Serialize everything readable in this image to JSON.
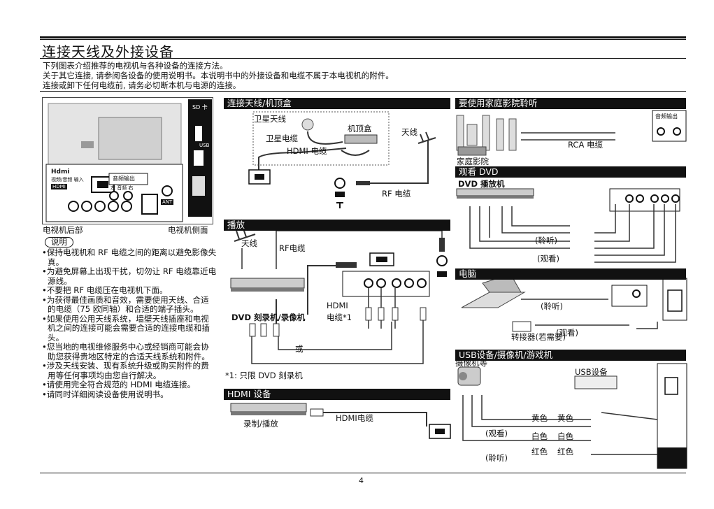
{
  "page": {
    "title": "连接天线及外接设备",
    "number": "4"
  },
  "intro": [
    "下列图表介绍推荐的电视机与各种设备的连接方法。",
    "关于其它连接, 请参阅各设备的使用说明书。本说明书中的外接设备和电缆不属于本电视机的附件。",
    "连接或卸下任何电缆前, 请务必切断本机与电源的连接。"
  ],
  "tv_panel": {
    "hdmi_logo": "Hdmi",
    "hdmi_sub": "视频/音频 输入",
    "hdmi_tag": "HDMI",
    "audio_out": "音频输出",
    "left_right": "左  音频  右",
    "ant": "ANT",
    "sd_card": "SD 卡",
    "usb": "USB",
    "rear_label": "电视机后部",
    "side_label": "电视机侧面"
  },
  "notes": {
    "heading": "说明",
    "items": [
      "•保持电视机和 RF 电缆之间的距离以避免影像失真。",
      "•为避免屏幕上出现干扰，切勿让 RF 电缆靠近电源线。",
      "•不要把 RF 电缆压在电视机下面。",
      "•为获得最佳画质和音效，需要使用天线、合适的电缆（75 欧同轴）和合适的端子插头。",
      "•如果使用公用天线系统，墙壁天线插座和电视机之间的连接可能会需要合适的连接电缆和插头。",
      "•您当地的电视维修服务中心或经销商可能会协助您获得贵地区特定的合适天线系统和附件。",
      "•涉及天线安装、现有系统升级或购买附件的费用等任何事项均由您自行解决。",
      "•请使用完全符合规范的 HDMI 电缆连接。",
      "•请同时详细阅读设备使用说明书。"
    ]
  },
  "sections": {
    "antenna_stb": {
      "title": "连接天线/机顶盒",
      "satellite_antenna": "卫星天线",
      "satellite_cable": "卫星电缆",
      "stb": "机顶盒",
      "antenna": "天线",
      "hdmi_cable": "HDMI 电缆",
      "rf_cable": "RF 电缆"
    },
    "playback": {
      "title": "播放",
      "antenna": "天线",
      "rf_cable": "RF电缆",
      "dvd_recorder": "DVD 刻录机/录像机",
      "hdmi_cable": "HDMI",
      "hdmi_cable2": "电缆*1",
      "or": "或",
      "footnote": "*1: 只限 DVD 刻录机"
    },
    "hdmi_device": {
      "title": "HDMI 设备",
      "record_play": "录制/播放",
      "hdmi_cable": "HDMI电缆"
    },
    "home_theater": {
      "title": "要使用家庭影院聆听",
      "audio_out": "音频输出",
      "rca_cable": "RCA 电缆",
      "home_theater": "家庭影院"
    },
    "dvd": {
      "title": "观看 DVD",
      "dvd_player": "DVD 播放机",
      "listen": "(聆听)",
      "watch": "(观看)"
    },
    "pc": {
      "title": "电脑",
      "listen": "(聆听)",
      "watch": "(观看)",
      "converter": "转接器(若需要)"
    },
    "usb": {
      "title": "USB设备/摄像机/游戏机",
      "camcorder": "摄像机等",
      "usb_device": "USB设备",
      "yellow1": "黄色",
      "yellow2": "黄色",
      "white1": "白色",
      "white2": "白色",
      "red1": "红色",
      "red2": "红色",
      "watch": "(观看)",
      "listen": "(聆听)"
    }
  }
}
